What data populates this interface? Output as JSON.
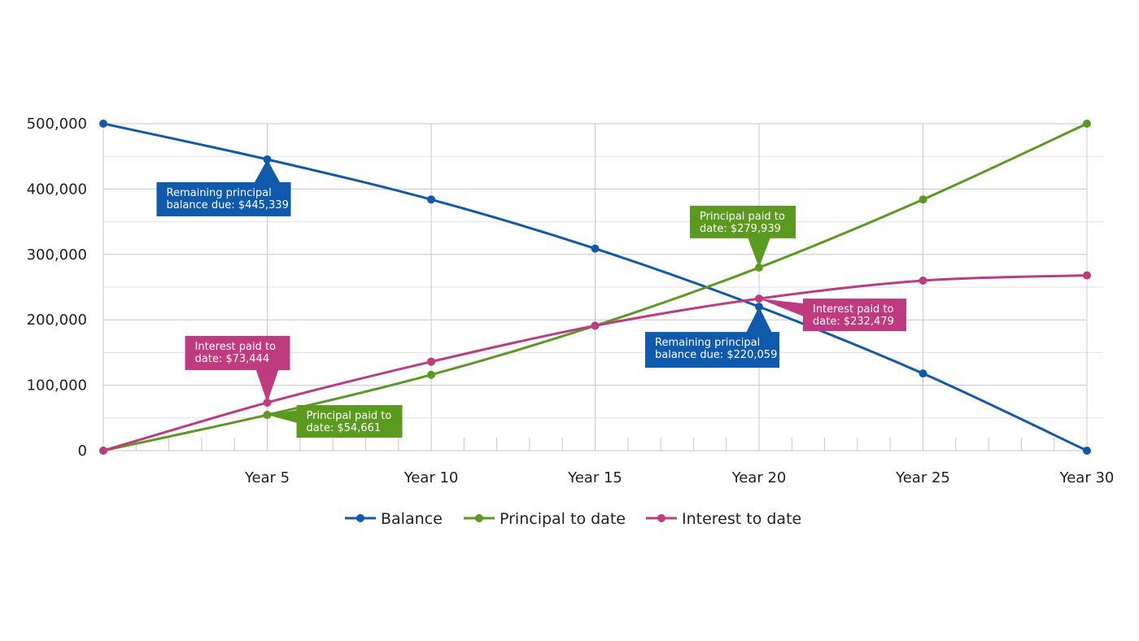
{
  "colors": {
    "balance": "#0f5aad",
    "principal": "#5a9a1e",
    "interest": "#c03a7f",
    "grid": "#c8c8c8",
    "grid_minor": "#e3e3e3"
  },
  "chart_data": {
    "type": "line",
    "x": [
      0,
      5,
      10,
      15,
      20,
      25,
      30
    ],
    "x_tick_labels": [
      "",
      "Year 5",
      "Year 10",
      "Year 15",
      "Year 20",
      "Year 25",
      "Year 30"
    ],
    "y_tick_labels": [
      "0",
      "100,000",
      "200,000",
      "300,000",
      "400,000",
      "500,000"
    ],
    "ylim": [
      0,
      500000
    ],
    "xlim": [
      0,
      30
    ],
    "grid": true,
    "legend_position": "bottom-center",
    "series": [
      {
        "name": "Balance",
        "color_key": "balance",
        "values": [
          500000,
          445339,
          384000,
          309000,
          220059,
          118000,
          0
        ]
      },
      {
        "name": "Principal to date",
        "color_key": "principal",
        "values": [
          0,
          54661,
          116000,
          191000,
          279939,
          384000,
          500000
        ]
      },
      {
        "name": "Interest to date",
        "color_key": "interest",
        "values": [
          0,
          73444,
          136000,
          191000,
          232479,
          260000,
          268000
        ]
      }
    ],
    "annotations": [
      {
        "series": "Balance",
        "x": 5,
        "lines": [
          "Remaining principal",
          "balance due: $445,339"
        ]
      },
      {
        "series": "Interest to date",
        "x": 5,
        "lines": [
          "Interest paid to",
          "date: $73,444"
        ]
      },
      {
        "series": "Principal to date",
        "x": 5,
        "lines": [
          "Principal paid to",
          "date: $54,661"
        ]
      },
      {
        "series": "Principal to date",
        "x": 20,
        "lines": [
          "Principal paid to",
          "date: $279,939"
        ]
      },
      {
        "series": "Interest to date",
        "x": 20,
        "lines": [
          "Interest paid to",
          "date: $232,479"
        ]
      },
      {
        "series": "Balance",
        "x": 20,
        "lines": [
          "Remaining principal",
          "balance due: $220,059"
        ]
      }
    ]
  }
}
